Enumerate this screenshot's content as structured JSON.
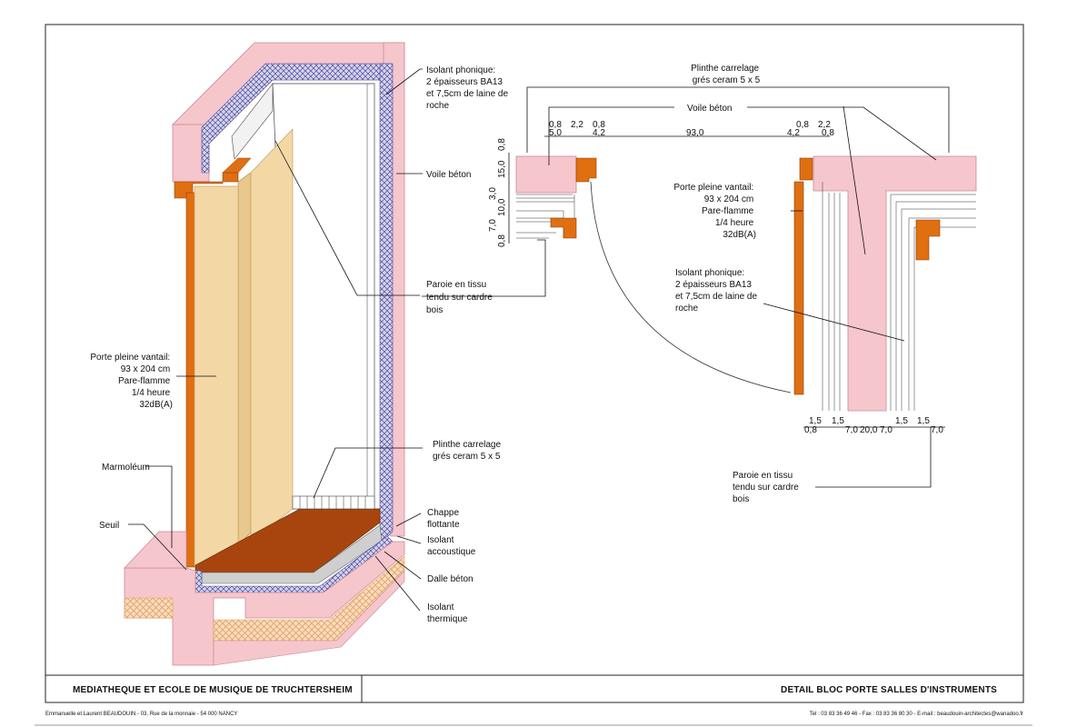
{
  "colors": {
    "concrete": "#f6c6cd",
    "concrete_edge": "#c98a94",
    "door": "#f3d8a6",
    "door_edge": "#c8a060",
    "frame": "#e06f12",
    "floor": "#a8450e",
    "insulation": "#d7d4ea",
    "insulation_hatch": "#4a4aa0",
    "thermal": "#f9dcc0",
    "thermal_hatch": "#e2a060",
    "screed": "#cfcfcf"
  },
  "iso_labels": {
    "isolant_phonique": [
      "Isolant phonique:",
      "2 épaisseurs BA13",
      "et 7,5cm de laine de",
      "roche"
    ],
    "voile_beton": "Voile béton",
    "paroie_tissu": [
      "Paroie en tissu",
      "tendu sur cardre",
      "bois"
    ],
    "plinthe": [
      "Plinthe carrelage",
      "grés ceram 5 x 5"
    ],
    "chappe": [
      "Chappe",
      "flottante"
    ],
    "isolant_accoustique": [
      "Isolant",
      "accoustique"
    ],
    "dalle_beton": "Dalle béton",
    "isolant_thermique": [
      "Isolant",
      "thermique"
    ],
    "porte": [
      "Porte pleine vantail:",
      "93 x 204 cm",
      "Pare-flamme",
      "1/4 heure",
      "32dB(A)"
    ],
    "marmoleum": "Marmoléum",
    "seuil": "Seuil"
  },
  "plan_labels": {
    "plinthe": [
      "Plinthe carrelage",
      "grés ceram 5 x 5"
    ],
    "voile_beton": "Voile béton",
    "porte": [
      "Porte pleine vantail:",
      "93 x 204 cm",
      "Pare-flamme",
      "1/4 heure",
      "32dB(A)"
    ],
    "isolant_phonique": [
      "Isolant phonique:",
      "2 épaisseurs BA13",
      "et 7,5cm de laine de",
      "roche"
    ],
    "paroie_tissu": [
      "Paroie en tissu",
      "tendu sur cardre",
      "bois"
    ]
  },
  "dims": {
    "top_upper": [
      "0,8",
      "2,2",
      "0,8",
      "0,8",
      "2,2"
    ],
    "top_lower": [
      "5,0",
      "4,2",
      "93,0",
      "4,2",
      "0,8"
    ],
    "left_vertical": [
      "0,8",
      "15,0",
      "3,0",
      "10,0",
      "7,0",
      "0,8"
    ],
    "bottom_upper": [
      "1,5",
      "1,5",
      "1,5",
      "1,5"
    ],
    "bottom_lower": [
      "0,8",
      "7,0",
      "20,0",
      "7,0",
      "7,0"
    ]
  },
  "title_block": {
    "project": "MEDIATHEQUE ET ECOLE DE MUSIQUE DE TRUCHTERSHEIM",
    "drawing": "DETAIL BLOC PORTE SALLES D'INSTRUMENTS",
    "architects": "Emmanuelle et Laurent BEAUDOUIN - 03, Rue de la monnaie - 54 000  NANCY",
    "contact": "Tel : 03 83 36 49 46 - Fax : 03 83 36 80 30 - E-mail : beaudouin-architectes@wanadoo.fr"
  }
}
